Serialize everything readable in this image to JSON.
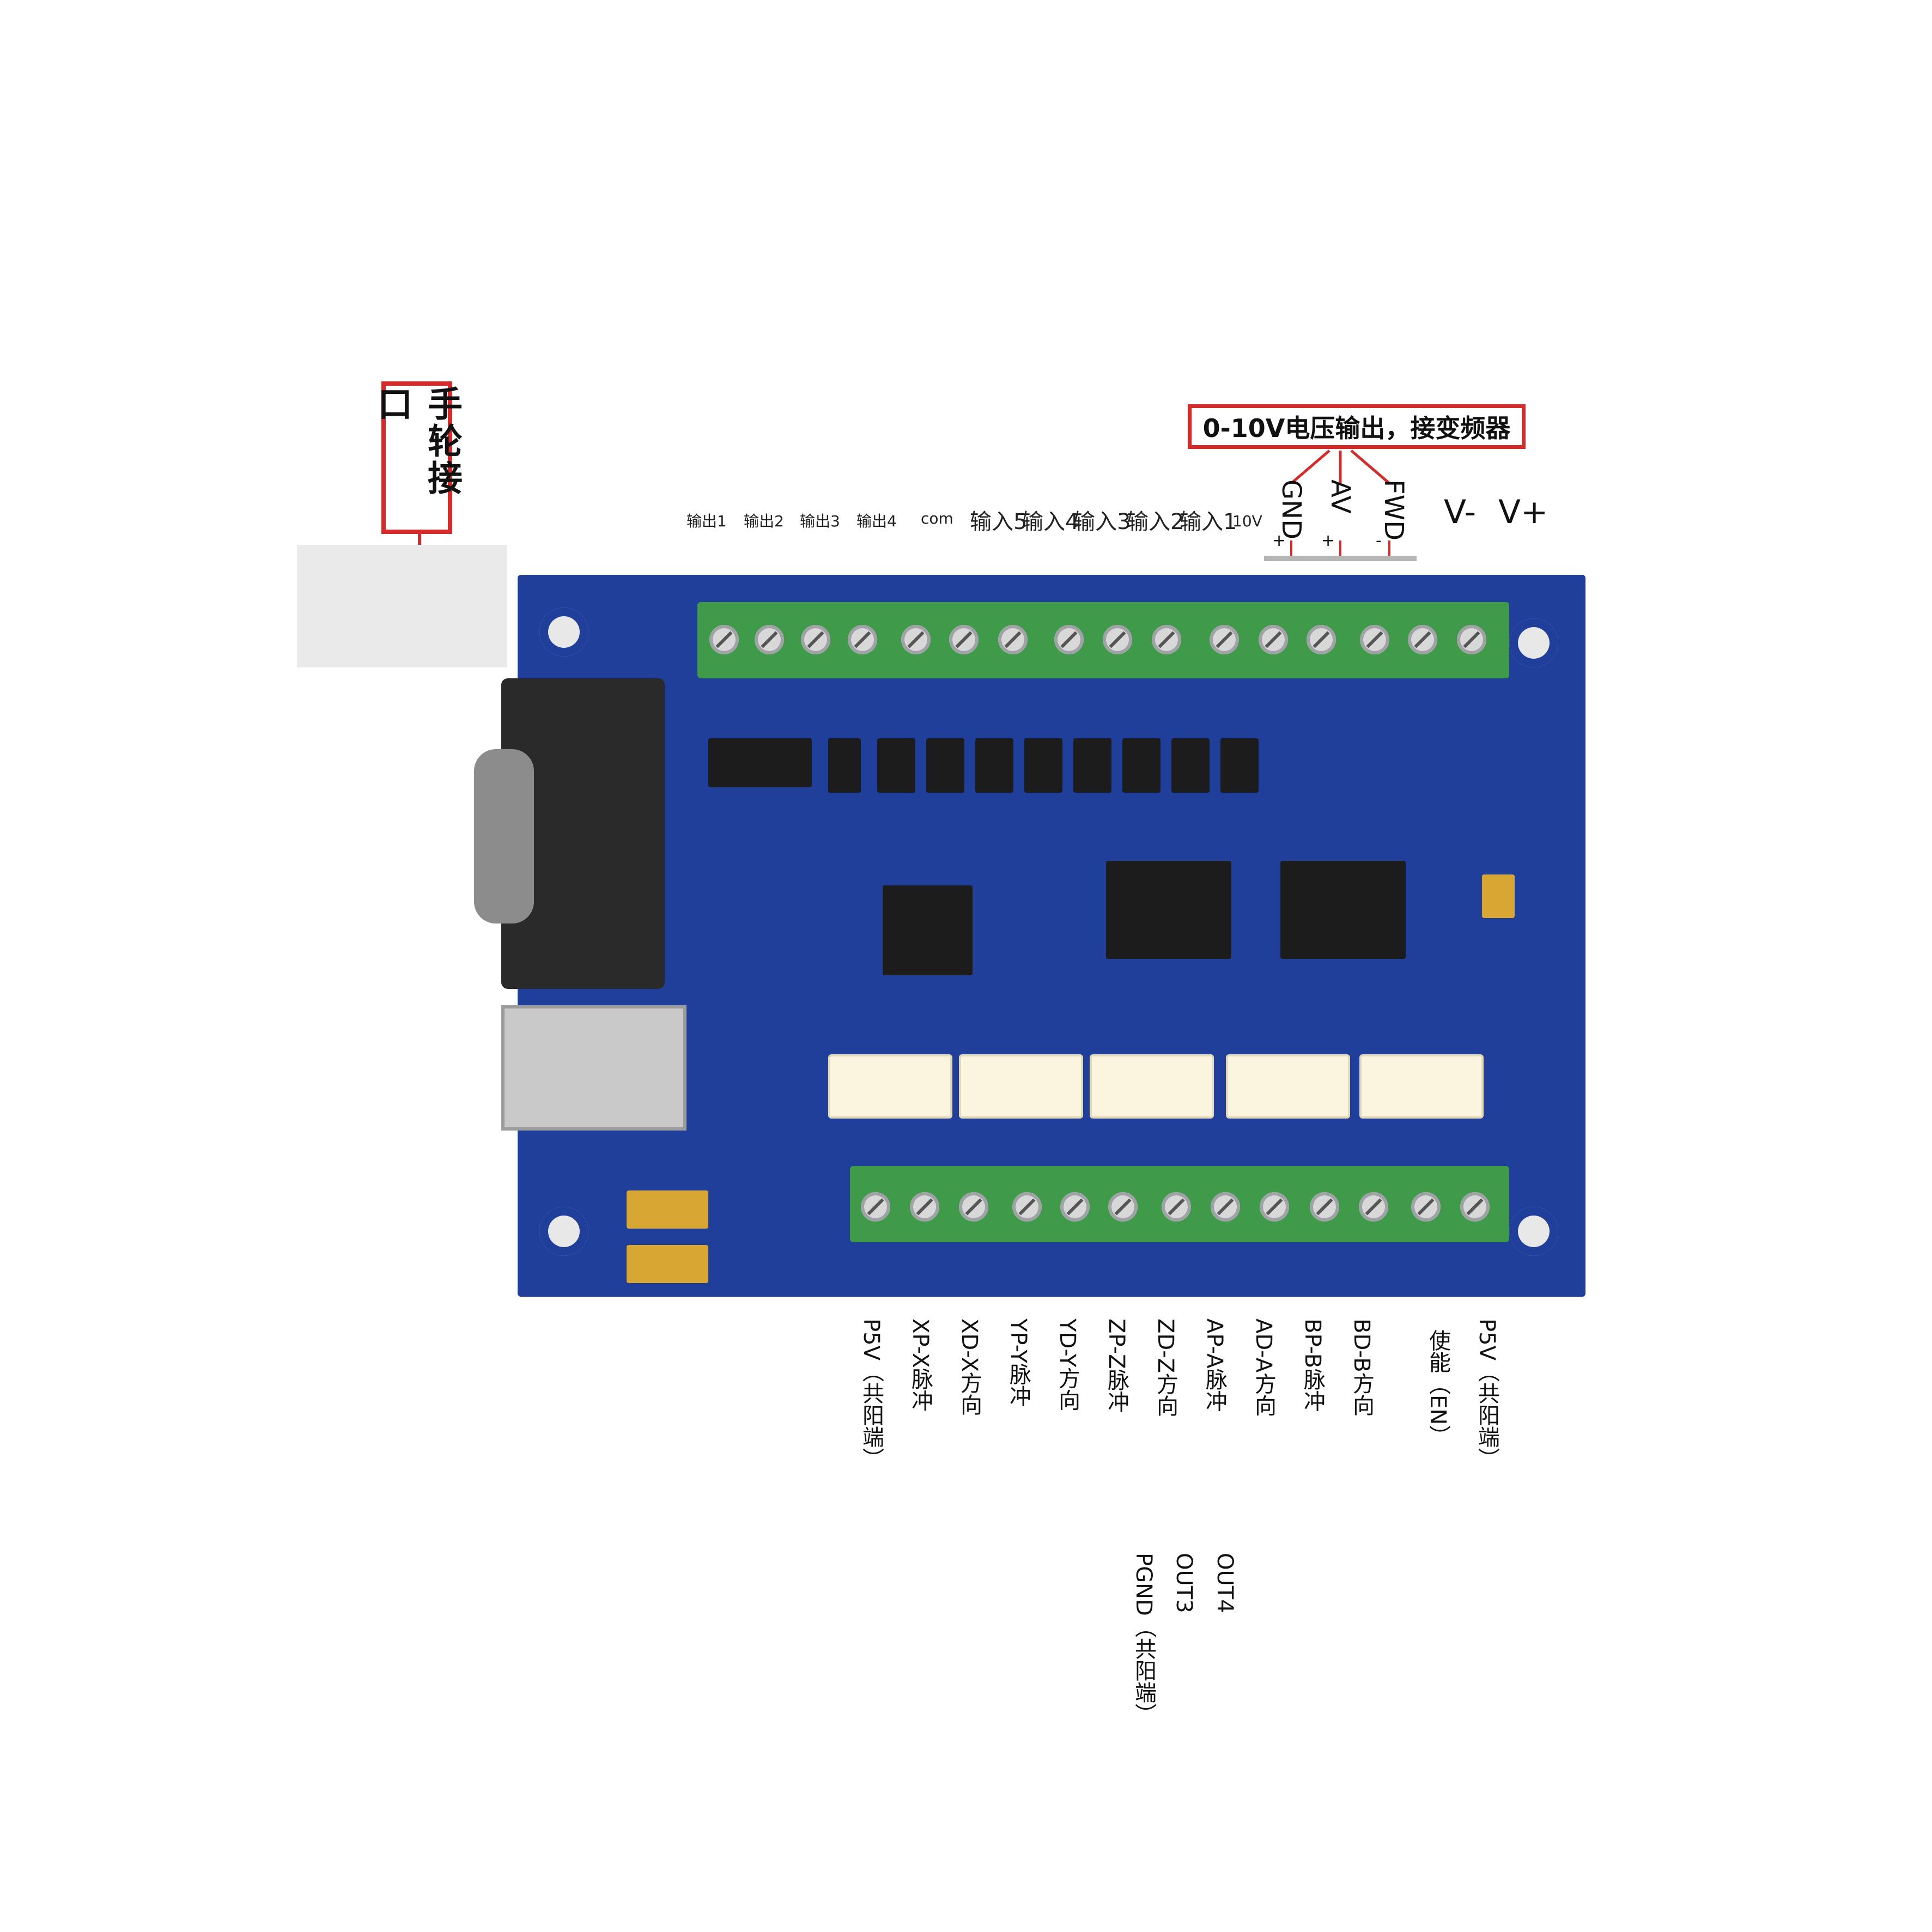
{
  "callouts": {
    "handwheel": "手轮接口",
    "inverter": "0-10V电压输出，接变频器"
  },
  "top_terminals": [
    "输出1",
    "输出2",
    "输出3",
    "输出4",
    "com",
    "输入5",
    "输入4",
    "输入3",
    "输入2",
    "输入1",
    "10V"
  ],
  "vertical_terminals": [
    "GND",
    "AV",
    "FWD"
  ],
  "polarity": {
    "gnd_plus": "+",
    "av_plus": "+",
    "fwd_minus": "-"
  },
  "power": {
    "v_minus": "V-",
    "v_plus": "V+"
  },
  "bottom_terminals": [
    "P5V（共阳端）",
    "XP-X脉冲",
    "XD-X方向",
    "YP-Y脉冲",
    "YD-Y方向",
    "ZP-Z脉冲",
    "ZD-Z方向",
    "AP-A脉冲",
    "AD-A方向",
    "BP-B脉冲",
    "BD-B方向",
    "使能（EN）",
    "P5V（共阳端）"
  ],
  "extra_terminals": [
    "PGND（共阳端）",
    "OUT3",
    "OUT4"
  ]
}
